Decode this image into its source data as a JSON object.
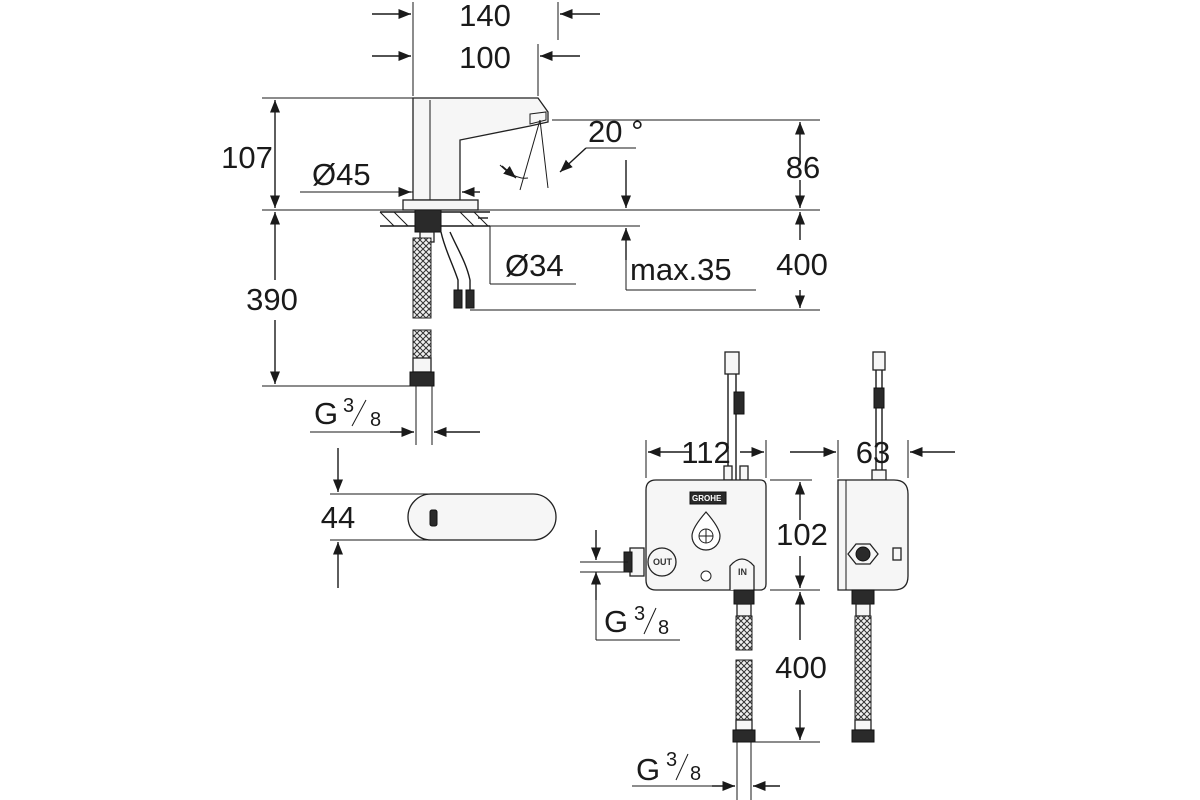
{
  "dimensions": {
    "width_total": "140",
    "width_body": "100",
    "height_total": "107",
    "angle": "20 °",
    "diameter_base": "Ø45",
    "spout_height": "86",
    "below_height": "390",
    "diameter_hole": "Ø34",
    "max_thickness": "max.35",
    "cable_length": "400",
    "thread_main": "G",
    "sensor_height": "44",
    "box_width": "112",
    "box_depth": "63",
    "box_height": "102",
    "hose_length": "400",
    "thread_out": "G",
    "thread_in": "G"
  },
  "thread_fraction": {
    "num": "3",
    "den": "8"
  },
  "labels": {
    "out_port": "OUT",
    "in_port": "IN",
    "brand_logo": "GROHE"
  }
}
